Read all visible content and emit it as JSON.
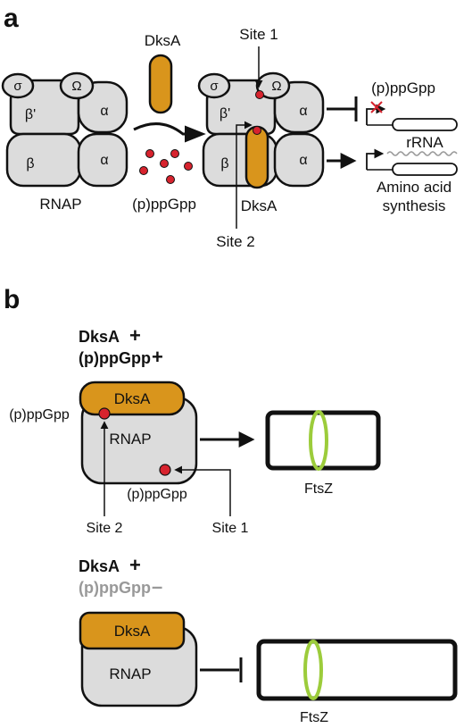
{
  "colors": {
    "subunit_fill": "#dcdcdc",
    "dksa_fill": "#d9951c",
    "ppgpp_dot": "#d7232e",
    "ftsz_ring": "#9ccc3b",
    "outline": "#111111",
    "inactive_text": "#999999"
  },
  "panel_a": {
    "panel_label": "a",
    "rnap": {
      "sigma": "σ",
      "omega": "Ω",
      "beta_prime": "β'",
      "alpha": "α",
      "beta": "β",
      "alpha2": "α",
      "name": "RNAP"
    },
    "dksa_label": "DksA",
    "ppgpp_label": "(p)ppGpp",
    "complex": {
      "sigma": "σ",
      "omega": "Ω",
      "beta_prime": "β'",
      "alpha": "α",
      "beta": "β",
      "alpha2": "α",
      "dksa_label": "DksA",
      "site1": "Site 1",
      "site2": "Site 2"
    },
    "inhibited": {
      "ppgpp_label": "(p)ppGpp",
      "gene_label": "rRNA",
      "blocked_icon": "cross-icon"
    },
    "activated": {
      "gene_label_line1": "Amino acid",
      "gene_label_line2": "synthesis"
    }
  },
  "panel_b": {
    "panel_label": "b",
    "case1": {
      "dksa_text": "DksA",
      "dksa_sign": "+",
      "ppgpp_text": "(p)ppGpp",
      "ppgpp_sign": "+",
      "dksa_box": "DksA",
      "rnap_box": "RNAP",
      "left_ppgpp": "(p)ppGpp",
      "inner_ppgpp": "(p)ppGpp",
      "site2": "Site 2",
      "site1": "Site 1",
      "cell_label": "FtsZ"
    },
    "case2": {
      "dksa_text": "DksA",
      "dksa_sign": "+",
      "ppgpp_text": "(p)ppGpp",
      "ppgpp_sign": "–",
      "dksa_box": "DksA",
      "rnap_box": "RNAP",
      "cell_label": "FtsZ"
    }
  }
}
